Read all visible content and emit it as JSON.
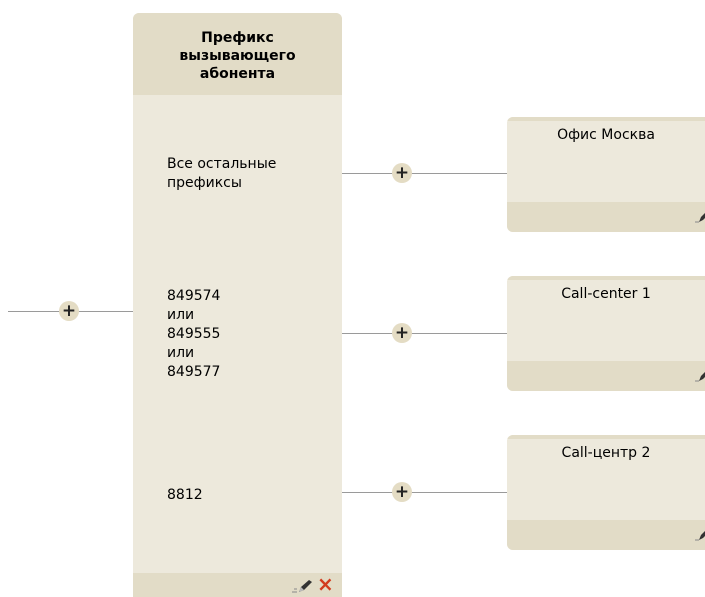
{
  "condition_block": {
    "title": "Префикс вызывающего абонента",
    "branches": [
      {
        "prefixes": "Все остальные\nпрефиксы"
      },
      {
        "prefixes": "849574\nили\n849555\nили\n849577"
      },
      {
        "prefixes": "8812"
      }
    ]
  },
  "destinations": [
    {
      "title": "Офис Москва"
    },
    {
      "title": "Call-center 1"
    },
    {
      "title": "Call-центр 2"
    }
  ],
  "icons": {
    "add": "+",
    "delete": "×",
    "edit": "pencil-icon"
  },
  "colors": {
    "block_body": "#ede9dc",
    "block_header": "#e2dcc7",
    "connector": "#9a9a9a",
    "delete": "#d23b1e"
  }
}
